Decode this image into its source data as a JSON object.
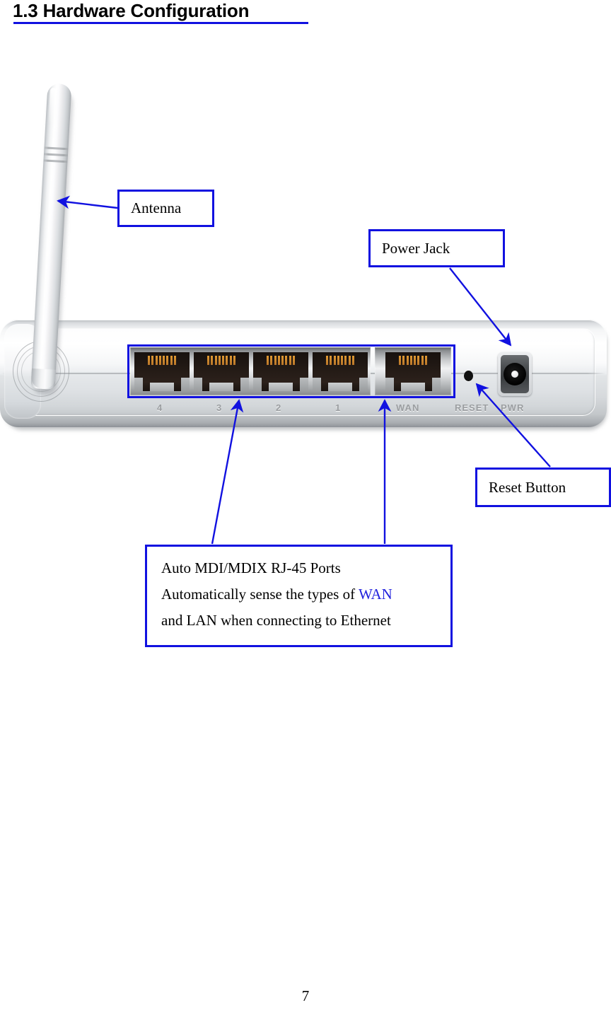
{
  "document": {
    "heading": "1.3 Hardware Configuration",
    "page_number": "7",
    "accent_color": "#1111e0",
    "heading_underline_color": "#1111e0"
  },
  "figure": {
    "name": "wireless-router-rear-panel",
    "device": {
      "antenna": {
        "label": "antenna"
      },
      "port_bank": {
        "highlight_color": "#1111e0",
        "ports": [
          {
            "label": "4",
            "type": "lan"
          },
          {
            "label": "3",
            "type": "lan"
          },
          {
            "label": "2",
            "type": "lan"
          },
          {
            "label": "1",
            "type": "lan"
          },
          {
            "label": "WAN",
            "type": "wan"
          }
        ]
      },
      "controls": [
        {
          "label": "RESET",
          "name": "reset-hole"
        },
        {
          "label": "PWR",
          "name": "power-jack"
        }
      ]
    },
    "callouts": [
      {
        "id": "antenna",
        "lines": [
          "Antenna"
        ]
      },
      {
        "id": "power-jack",
        "lines": [
          "Power Jack"
        ]
      },
      {
        "id": "reset-button",
        "lines": [
          "Reset Button"
        ]
      },
      {
        "id": "rj45-ports",
        "lines": [
          "Auto MDI/MDIX RJ-45 Ports",
          "Automatically sense the types of ",
          "and LAN when connecting to Ethernet"
        ],
        "highlight_word": "WAN",
        "highlight_word_color": "#2222dd"
      }
    ]
  }
}
